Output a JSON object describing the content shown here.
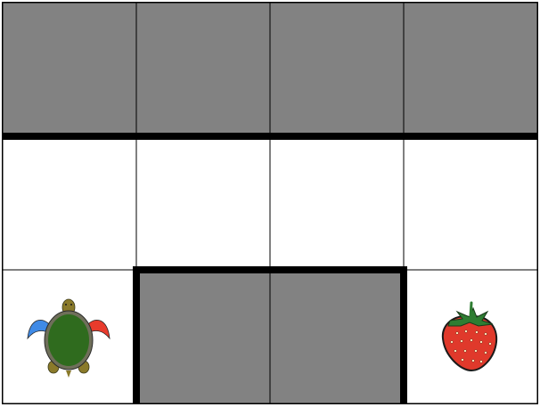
{
  "board": {
    "rows": 3,
    "cols": 4,
    "colors": {
      "wall_cell": "#828282",
      "open_cell": "#ffffff",
      "wall_edge": "#000000"
    },
    "cells": [
      [
        "wall",
        "wall",
        "wall",
        "wall"
      ],
      [
        "open",
        "open",
        "open",
        "open"
      ],
      [
        "open",
        "wall",
        "wall",
        "open"
      ]
    ],
    "pieces": [
      {
        "type": "turtle-icon",
        "row": 2,
        "col": 0,
        "facing": "up"
      },
      {
        "type": "strawberry-icon",
        "row": 2,
        "col": 3
      }
    ]
  }
}
